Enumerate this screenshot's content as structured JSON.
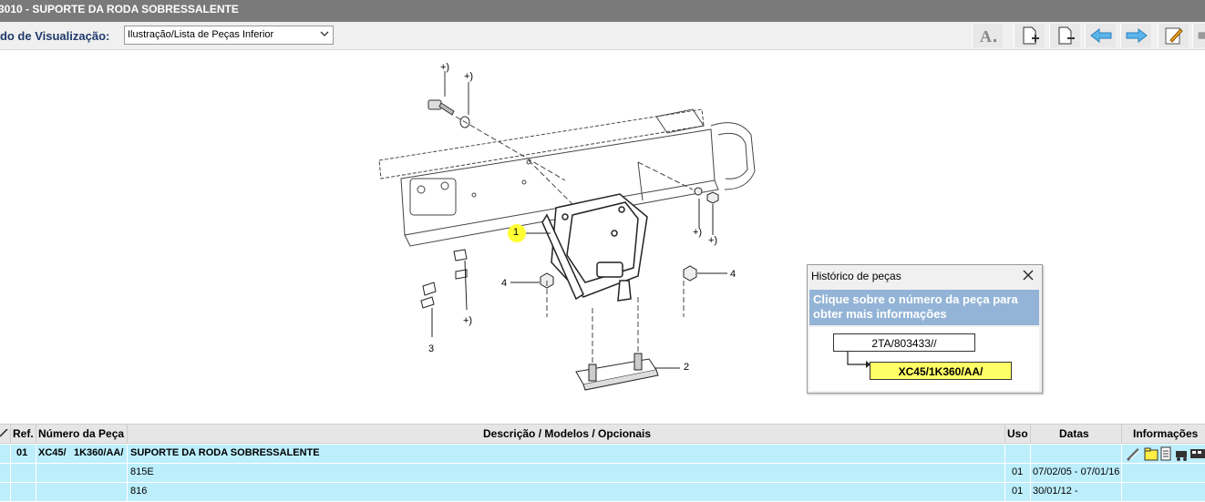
{
  "window": {
    "title": "3010 - SUPORTE DA RODA SOBRESSALENTE"
  },
  "toolbar": {
    "mode_label": "odo de Visualização:",
    "mode_value": "Ilustração/Lista de Peças Inferior",
    "buttons": [
      {
        "icon": "font-size-icon"
      },
      {
        "icon": "page-add-icon"
      },
      {
        "icon": "page-remove-icon"
      },
      {
        "icon": "arrow-left-icon"
      },
      {
        "icon": "arrow-right-icon"
      },
      {
        "icon": "edit-icon"
      },
      {
        "icon": "print-icon"
      }
    ]
  },
  "illustration": {
    "callouts": {
      "c1": "1",
      "c2": "2",
      "c3": "3",
      "c4a": "4",
      "c4b": "4",
      "p1": "+)",
      "p2": "+)",
      "p3": "+)",
      "p4": "+)",
      "p5": "+)"
    }
  },
  "history": {
    "title": "Histórico de peças",
    "info": "Clique sobre o número da peça para obter mais informações",
    "old_part": "2TA/803433//",
    "new_part": "XC45/1K360/AA/"
  },
  "table": {
    "headers": {
      "ref": "Ref.",
      "part": "Número da Peça",
      "desc": "Descrição / Modelos / Opcionais",
      "uso": "Uso",
      "datas": "Datas",
      "info": "Informações"
    },
    "rows": [
      {
        "ref": "01",
        "part1": "XC45/",
        "part2": "1K360/AA/",
        "desc": "SUPORTE DA RODA SOBRESSALENTE",
        "uso": "",
        "datas": ""
      },
      {
        "ref": "",
        "part1": "",
        "part2": "",
        "desc": "815E",
        "uso": "01",
        "datas": "07/02/05 - 07/01/16"
      },
      {
        "ref": "",
        "part1": "",
        "part2": "",
        "desc": "816",
        "uso": "01",
        "datas": "30/01/12 -"
      }
    ]
  },
  "colors": {
    "title_bg": "#7a7a7a",
    "row_bg": "#bdeefc",
    "highlight": "#ffff66",
    "info_bg": "#93b4d6"
  }
}
